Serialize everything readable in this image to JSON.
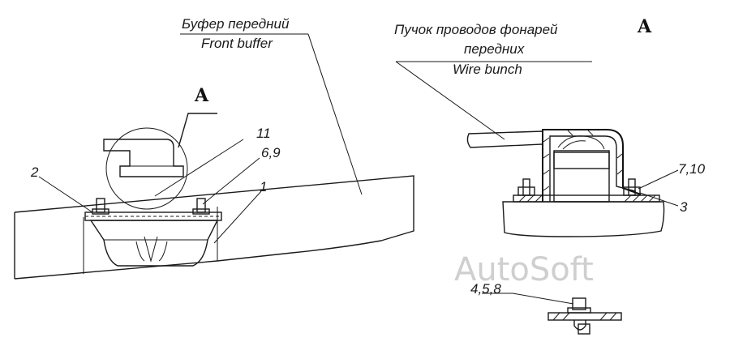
{
  "labels": {
    "front_buffer_ru": "Буфер передний",
    "front_buffer_en": "Front buffer",
    "wire_bunch_ru_1": "Пучок проводов фонарей",
    "wire_bunch_ru_2": "передних",
    "wire_bunch_en": "Wire bunch",
    "view_a_left": "A",
    "view_a_right": "A"
  },
  "callouts": {
    "c2": "2",
    "c11": "11",
    "c69": "6,9",
    "c1": "1",
    "c710": "7,10",
    "c3": "3",
    "c458": "4,5,8"
  },
  "watermark": "AutoSoft"
}
